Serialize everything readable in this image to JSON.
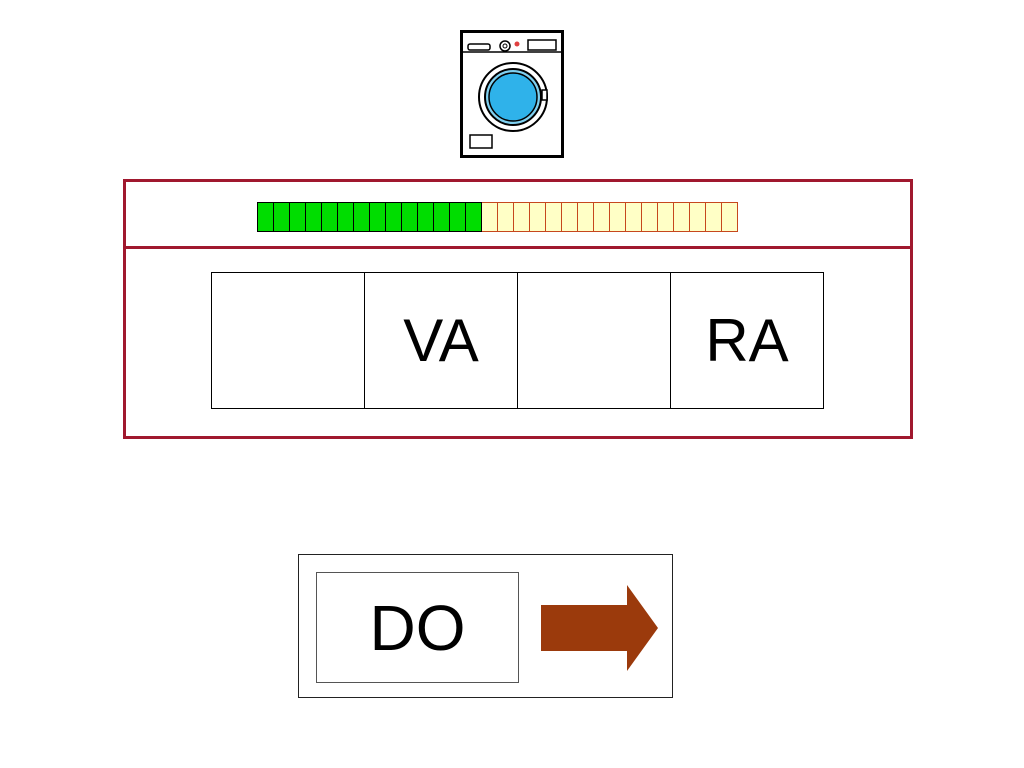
{
  "game": {
    "picture_icon": "washing-machine-icon",
    "progress": {
      "completed": 14,
      "total": 30,
      "done_color": "#00dd00",
      "todo_color": "#ffffc6"
    },
    "slots": [
      "",
      "VA",
      "",
      "RA"
    ],
    "tile": "DO",
    "next_icon": "arrow-right-icon",
    "arrow_color": "#9b3a0c",
    "frame_color": "#a0182e"
  }
}
